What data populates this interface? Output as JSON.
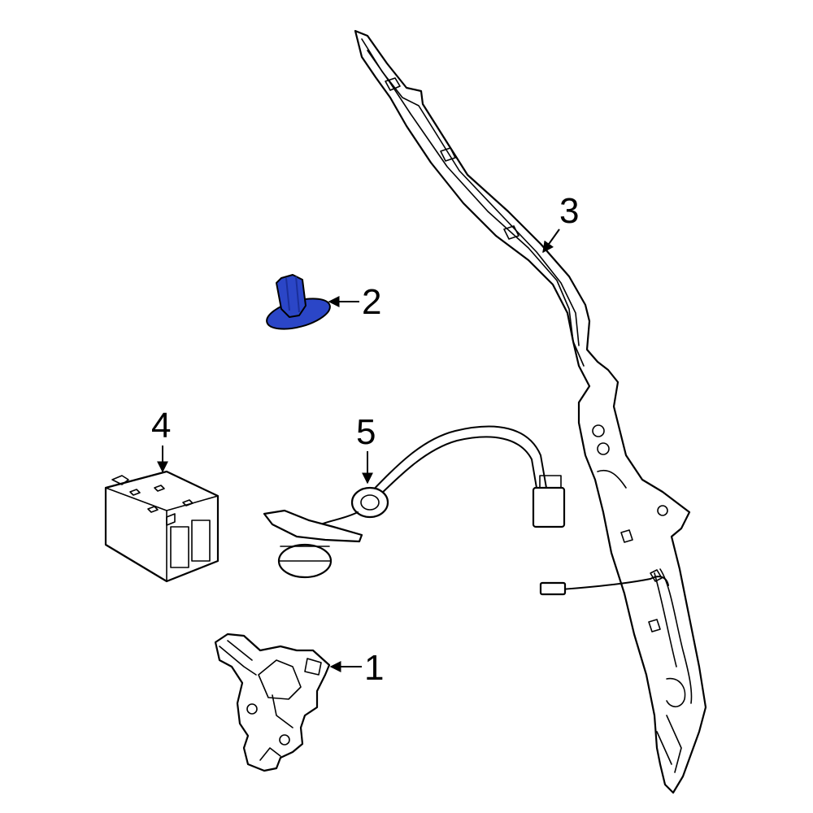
{
  "callouts": {
    "c1": "1",
    "c2": "2",
    "c3": "3",
    "c4": "4",
    "c5": "5"
  },
  "highlight_color": "#2b46c7",
  "highlight_dark": "#1a2f9a",
  "parts": {
    "p1": "actuator-bracket-icon",
    "p2": "push-pin-retainer-icon",
    "p3": "pillar-trim-panel-icon",
    "p4": "control-module-icon",
    "p5": "wiring-harness-icon"
  }
}
